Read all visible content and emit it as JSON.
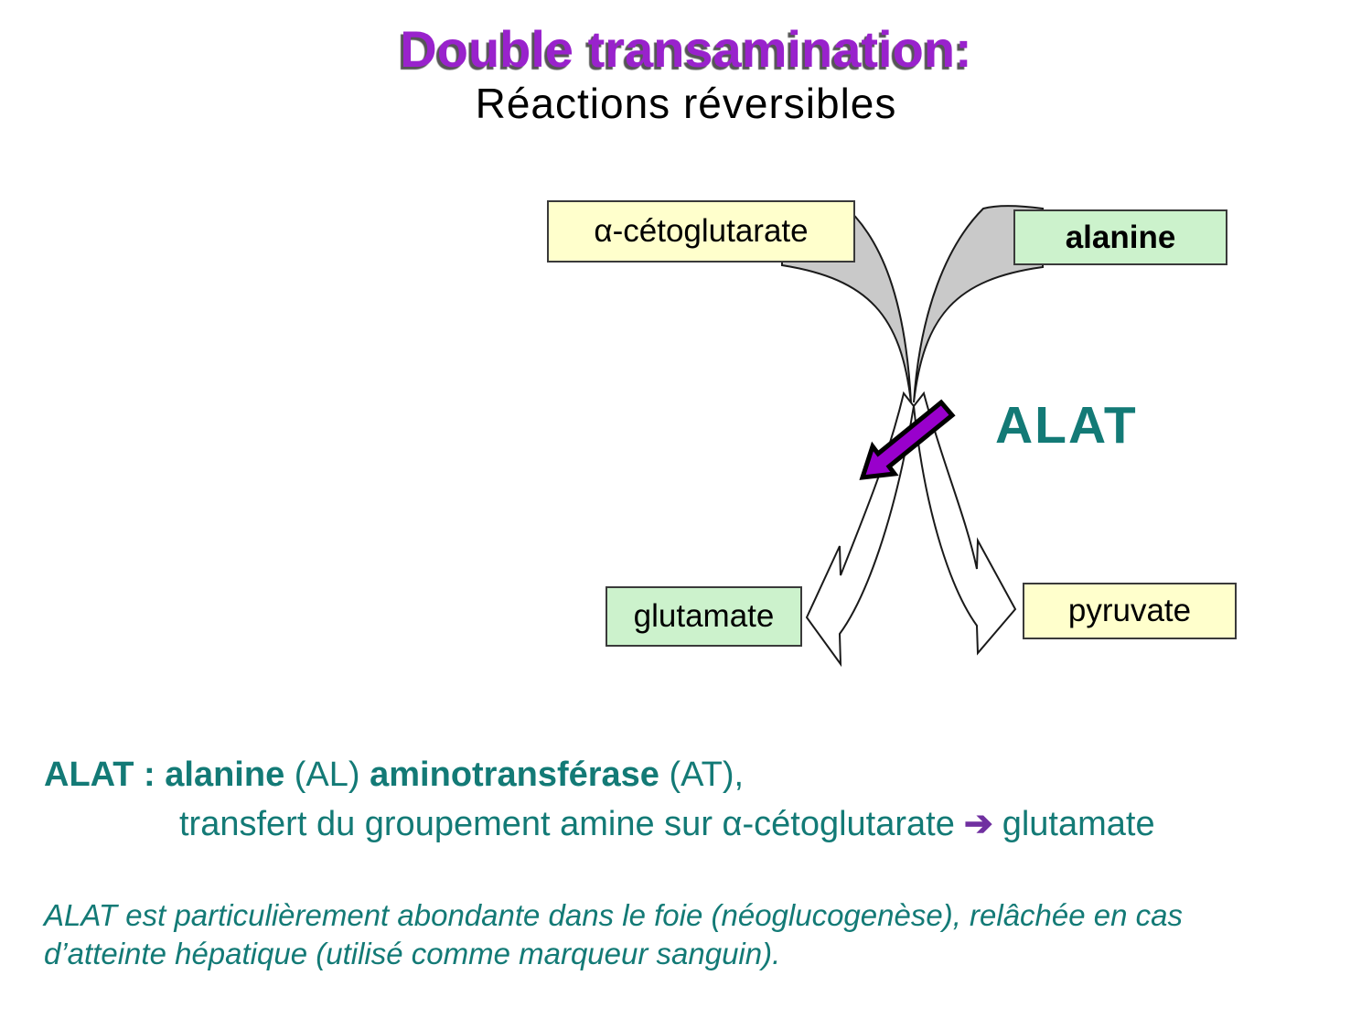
{
  "title": {
    "line1": "Double transamination:",
    "line2": "Réactions réversibles"
  },
  "diagram": {
    "boxes": {
      "alpha_cetoglutarate": "α-cétoglutarate",
      "alanine": "alanine",
      "glutamate": "glutamate",
      "pyruvate": "pyruvate"
    },
    "enzyme": "ALAT",
    "icons": {
      "purple_arrow": "down-left-block-arrow",
      "flow_top_left": "gray-curved-flow",
      "flow_top_right": "gray-curved-flow",
      "arrow_bottom_left": "white-curved-arrow",
      "arrow_bottom_right": "white-curved-arrow"
    }
  },
  "definition": {
    "part1_bold": "ALAT : ",
    "part2_bold": "alanine",
    "part3": " (AL) ",
    "part4_bold": "aminotransférase",
    "part5": " (AT),",
    "line2_pre": "transfert du groupement amine sur α-cétoglutarate",
    "line2_arrow": "➔",
    "line2_post": "glutamate"
  },
  "note": {
    "italic_line1": "ALAT est particulièrement abondante dans le foie (néoglucogenèse), relâchée en cas",
    "italic_line2": "d’atteinte hépatique (utilisé comme marqueur sanguin)."
  },
  "colors": {
    "title_purple": "#9922CC",
    "teal_text": "#137A76",
    "box_cream": "#FFFFCC",
    "box_green": "#CCF2CC",
    "flow_gray": "#C9C9C9",
    "arrow_purple": "#9900CC",
    "inline_arrow_purple": "#7030A0"
  }
}
